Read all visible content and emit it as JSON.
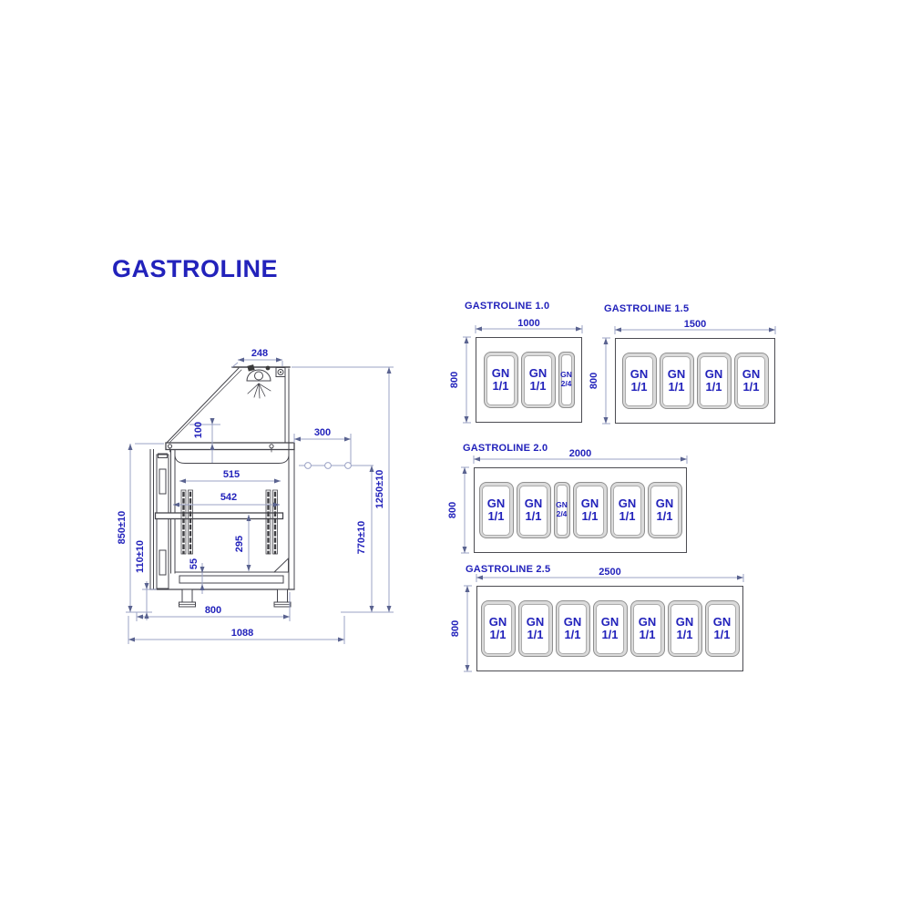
{
  "title": "GASTROLINE",
  "colors": {
    "accent_blue": "#2222bb",
    "structure_line": "#45454c",
    "dimension_line": "#9ba3c6",
    "background": "#ffffff"
  },
  "side_view": {
    "dims": {
      "top_width": "248",
      "glass_height": "100",
      "rear_offset": "300",
      "inner_width_upper": "515",
      "inner_width_lower": "542",
      "inner_height": "295",
      "bottom_gap": "55",
      "front_height": "850±10",
      "plinth_height": "110±10",
      "total_height": "1250±10",
      "rear_height": "770±10",
      "depth": "800",
      "total_depth": "1088"
    }
  },
  "panels": [
    {
      "title": "GASTROLINE 1.0",
      "width_mm": 1000,
      "depth_mm": 800,
      "width_label": "1000",
      "depth_label": "800",
      "pans": [
        {
          "label_top": "GN",
          "label_bottom": "1/1",
          "type": "1/1"
        },
        {
          "label_top": "GN",
          "label_bottom": "1/1",
          "type": "1/1"
        },
        {
          "label_top": "GN",
          "label_bottom": "2/4",
          "type": "2/4"
        }
      ]
    },
    {
      "title": "GASTROLINE 1.5",
      "width_mm": 1500,
      "depth_mm": 800,
      "width_label": "1500",
      "depth_label": "800",
      "pans": [
        {
          "label_top": "GN",
          "label_bottom": "1/1",
          "type": "1/1"
        },
        {
          "label_top": "GN",
          "label_bottom": "1/1",
          "type": "1/1"
        },
        {
          "label_top": "GN",
          "label_bottom": "1/1",
          "type": "1/1"
        },
        {
          "label_top": "GN",
          "label_bottom": "1/1",
          "type": "1/1"
        }
      ]
    },
    {
      "title": "GASTROLINE 2.0",
      "width_mm": 2000,
      "depth_mm": 800,
      "width_label": "2000",
      "depth_label": "800",
      "pans": [
        {
          "label_top": "GN",
          "label_bottom": "1/1",
          "type": "1/1"
        },
        {
          "label_top": "GN",
          "label_bottom": "1/1",
          "type": "1/1"
        },
        {
          "label_top": "GN",
          "label_bottom": "2/4",
          "type": "2/4"
        },
        {
          "label_top": "GN",
          "label_bottom": "1/1",
          "type": "1/1"
        },
        {
          "label_top": "GN",
          "label_bottom": "1/1",
          "type": "1/1"
        },
        {
          "label_top": "GN",
          "label_bottom": "1/1",
          "type": "1/1"
        }
      ]
    },
    {
      "title": "GASTROLINE 2.5",
      "width_mm": 2500,
      "depth_mm": 800,
      "width_label": "2500",
      "depth_label": "800",
      "pans": [
        {
          "label_top": "GN",
          "label_bottom": "1/1",
          "type": "1/1"
        },
        {
          "label_top": "GN",
          "label_bottom": "1/1",
          "type": "1/1"
        },
        {
          "label_top": "GN",
          "label_bottom": "1/1",
          "type": "1/1"
        },
        {
          "label_top": "GN",
          "label_bottom": "1/1",
          "type": "1/1"
        },
        {
          "label_top": "GN",
          "label_bottom": "1/1",
          "type": "1/1"
        },
        {
          "label_top": "GN",
          "label_bottom": "1/1",
          "type": "1/1"
        },
        {
          "label_top": "GN",
          "label_bottom": "1/1",
          "type": "1/1"
        }
      ]
    }
  ]
}
